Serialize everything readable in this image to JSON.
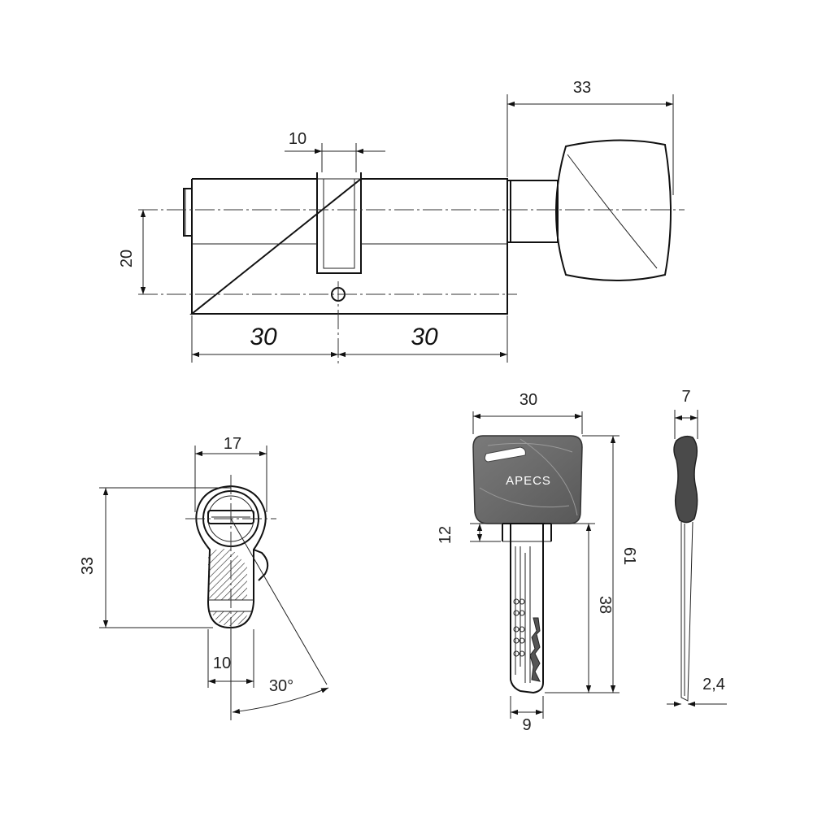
{
  "cylinder_front": {
    "dims": {
      "knob_length": "33",
      "cam_width": "10",
      "center_height": "20",
      "left_length": "30",
      "right_length": "30"
    }
  },
  "cylinder_profile": {
    "dims": {
      "width": "17",
      "height": "33",
      "bottom_width": "10",
      "angle": "30°"
    }
  },
  "key_front": {
    "brand": "APECS",
    "dims": {
      "head_width": "30",
      "shoulder": "12",
      "blade_length": "38",
      "total_length": "61",
      "blade_width": "9"
    }
  },
  "key_side": {
    "dims": {
      "head_thickness": "7",
      "blade_thickness": "2,4"
    }
  }
}
